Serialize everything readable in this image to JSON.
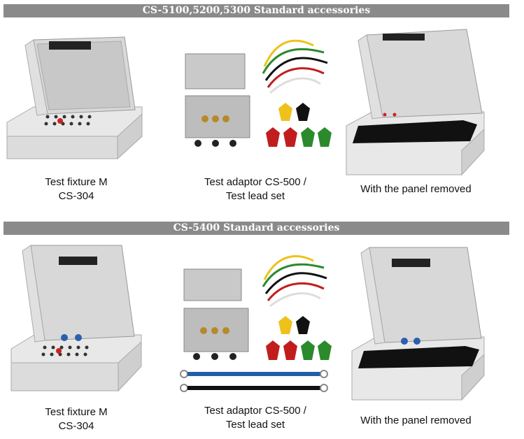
{
  "sections": [
    {
      "title": "CS-5100,5200,5300 Standard accessories",
      "items": [
        {
          "line1": "Test fixture M",
          "line2": "CS-304"
        },
        {
          "line1": "Test adaptor CS-500 /",
          "line2": "Test lead set"
        },
        {
          "line1": "With the panel removed",
          "line2": ""
        }
      ]
    },
    {
      "title": "CS-5400 Standard accessories",
      "items": [
        {
          "line1": "Test fixture M",
          "line2": "CS-304"
        },
        {
          "line1": "Test adaptor CS-500 /",
          "line2": "Test lead set"
        },
        {
          "line1": "With the panel removed",
          "line2": ""
        }
      ]
    }
  ]
}
